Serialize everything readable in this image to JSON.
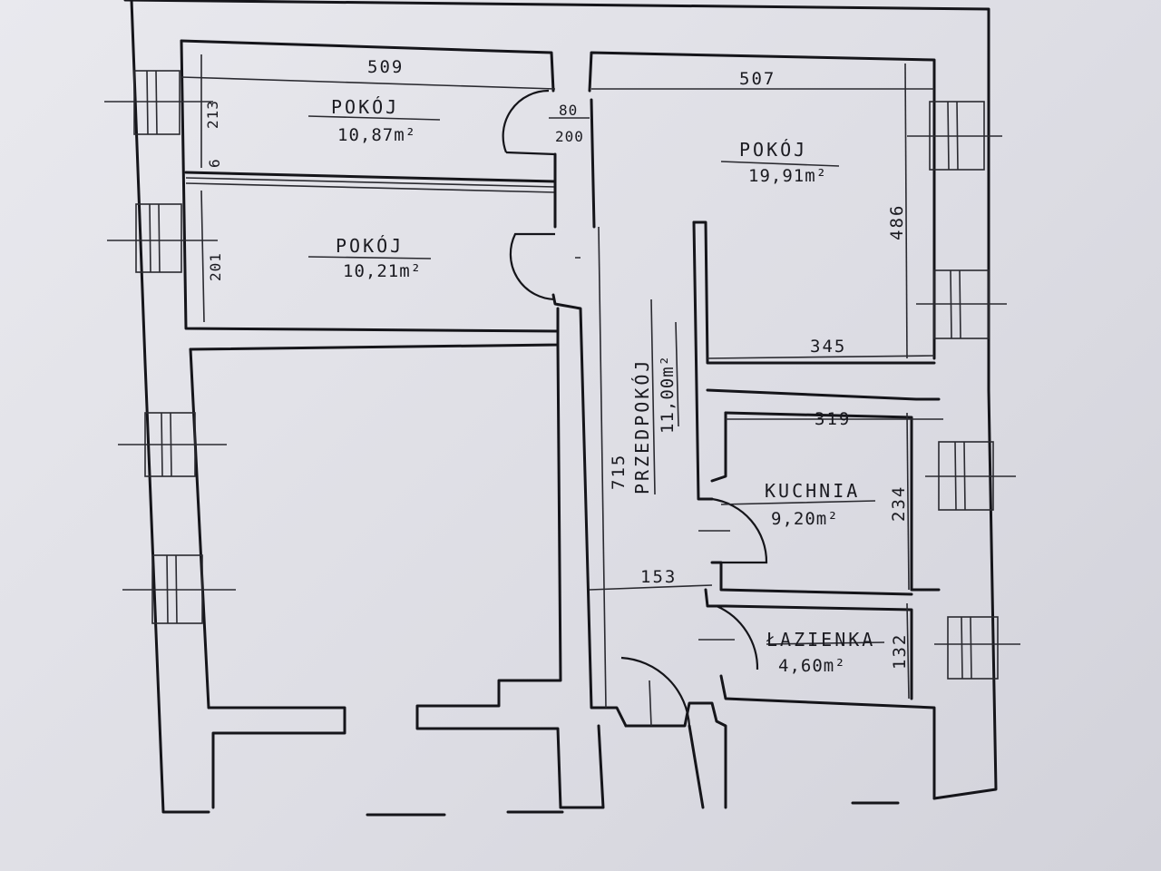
{
  "rooms": {
    "pokoj_top_left": {
      "name": "POKÓJ",
      "area": "10,87m²"
    },
    "pokoj_mid_left": {
      "name": "POKÓJ",
      "area": "10,21m²"
    },
    "pokoj_right": {
      "name": "POKÓJ",
      "area": "19,91m²"
    },
    "przedpokoj": {
      "name": "PRZEDPOKÓJ",
      "area": "11,00m²"
    },
    "kuchnia": {
      "name": "KUCHNIA",
      "area": "9,20m²"
    },
    "lazienka": {
      "name": "ŁAZIENKA",
      "area": "4,60m²"
    }
  },
  "dimensions": {
    "d509": "509",
    "d507": "507",
    "d213": "213",
    "d6": "6",
    "d201": "201",
    "door_w": "80",
    "door_h": "200",
    "d486": "486",
    "d345": "345",
    "d319": "319",
    "d234": "234",
    "d715": "715",
    "d153": "153",
    "d132": "132"
  }
}
